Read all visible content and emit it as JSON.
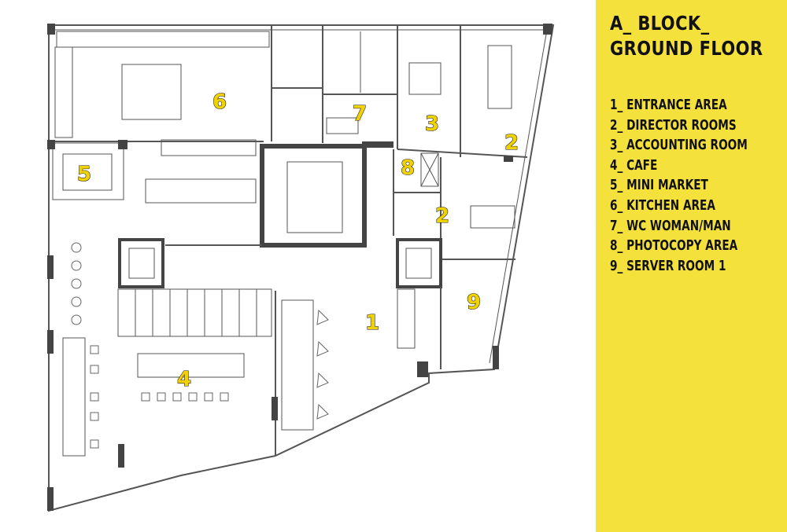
{
  "legend": {
    "title_line1": "A_ BLOCK_",
    "title_line2": "GROUND FLOOR",
    "items": [
      {
        "label": "1_ ENTRANCE AREA"
      },
      {
        "label": "2_ DIRECTOR ROOMS"
      },
      {
        "label": "3_ ACCOUNTING ROOM"
      },
      {
        "label": "4_ CAFE"
      },
      {
        "label": "5_ MINI MARKET"
      },
      {
        "label": "6_ KITCHEN AREA"
      },
      {
        "label": "7_ WC WOMAN/MAN"
      },
      {
        "label": "8_ PHOTOCOPY AREA"
      },
      {
        "label": "9_ SERVER ROOM 1"
      }
    ]
  },
  "rooms": [
    {
      "number": "6"
    },
    {
      "number": "7"
    },
    {
      "number": "3"
    },
    {
      "number": "2"
    },
    {
      "number": "5"
    },
    {
      "number": "8"
    },
    {
      "number": "2"
    },
    {
      "number": "1"
    },
    {
      "number": "9"
    },
    {
      "number": "4"
    }
  ],
  "colors": {
    "legend_bg": "#f5e13c",
    "room_number": "#f0d200",
    "wall": "#4a4a4a",
    "line": "#777777"
  }
}
